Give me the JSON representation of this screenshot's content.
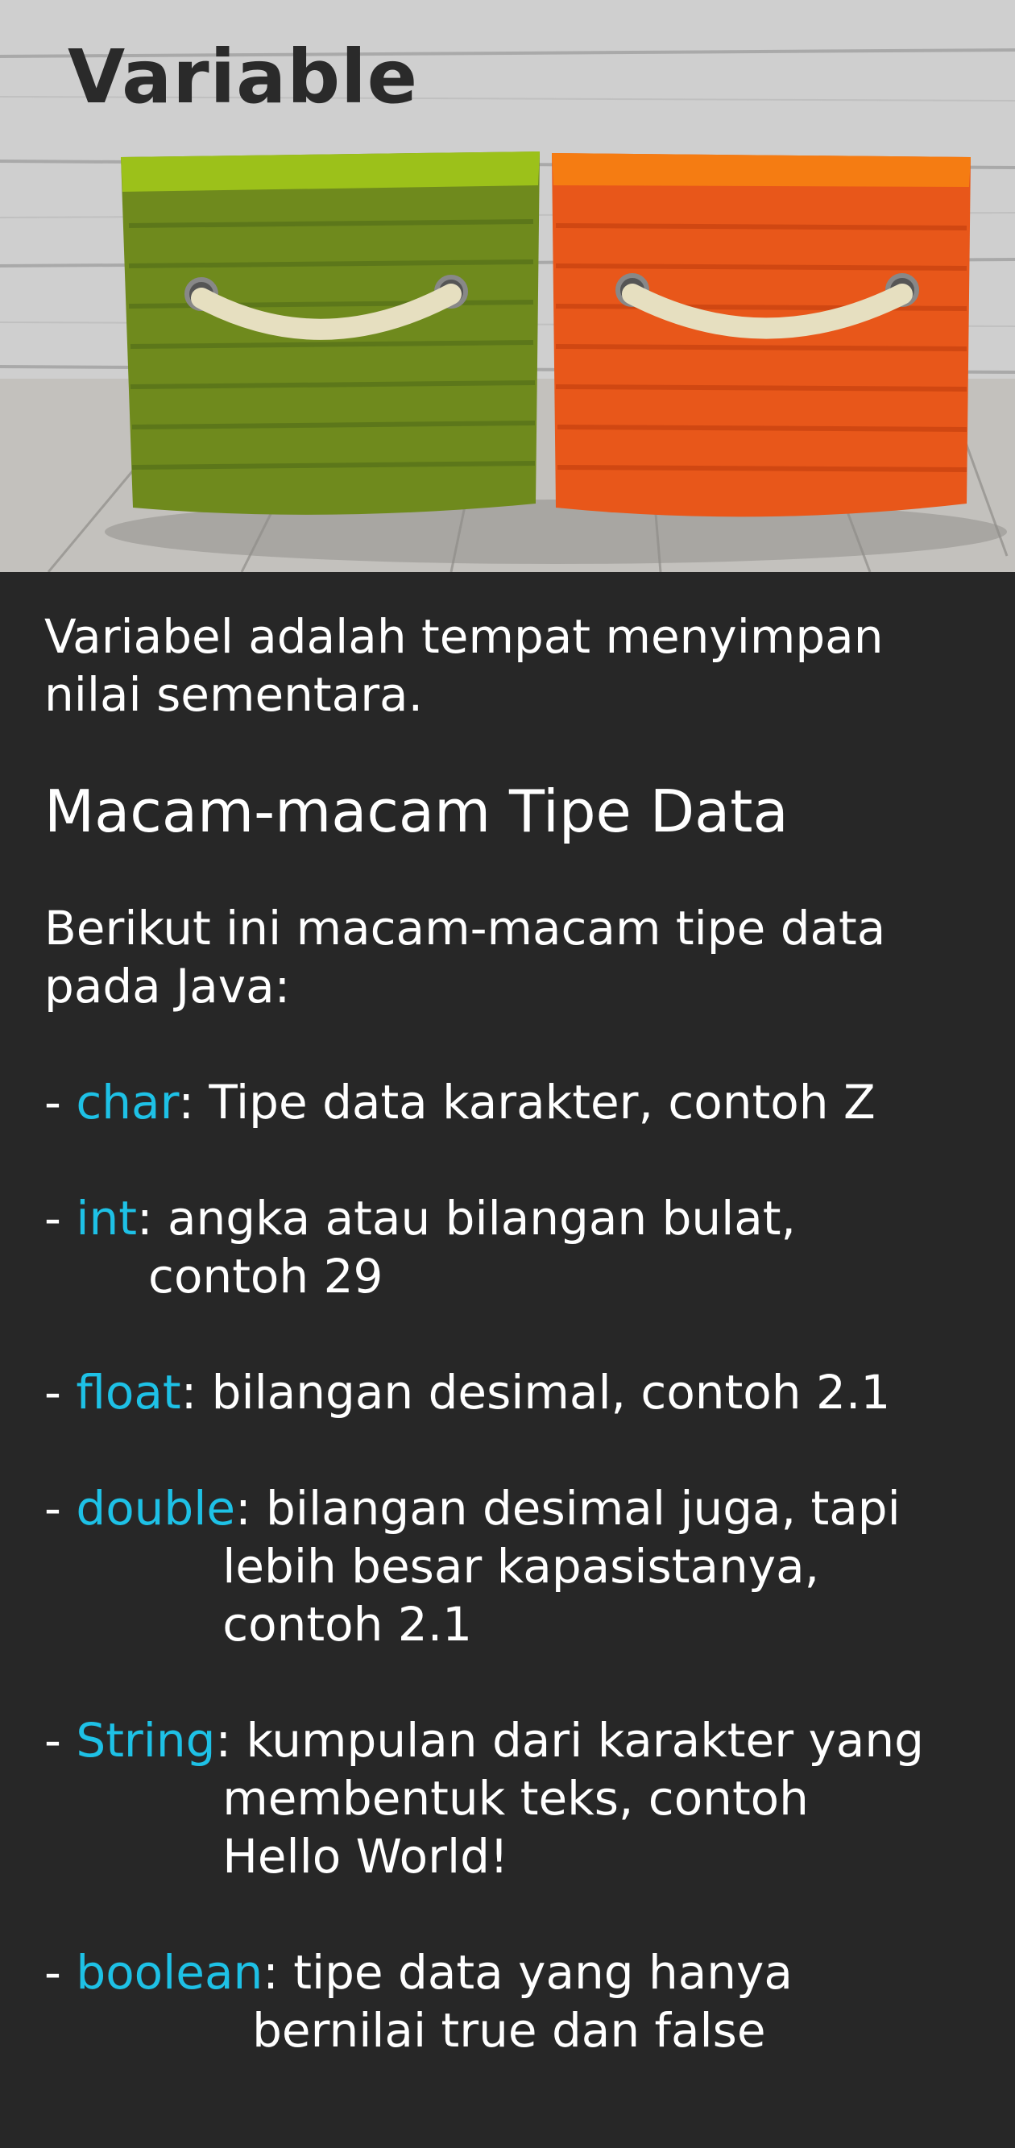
{
  "hero": {
    "title": "Variable",
    "image_description_icon": "baskets-photo"
  },
  "intro_text": "Variabel adalah tempat menyimpan\nnilai sementara.",
  "section": {
    "heading": "Macam-macam Tipe Data",
    "intro": "Berikut ini macam-macam tipe data\npada Java:"
  },
  "types": [
    {
      "dash": "- ",
      "keyword": "char",
      "desc": ": Tipe data karakter, contoh Z",
      "cont": ""
    },
    {
      "dash": "- ",
      "keyword": "int",
      "desc": ": angka atau bilangan bulat,",
      "cont": "       contoh 29"
    },
    {
      "dash": "- ",
      "keyword": "float",
      "desc": ": bilangan desimal, contoh 2.1",
      "cont": ""
    },
    {
      "dash": "- ",
      "keyword": "double",
      "desc": ": bilangan desimal juga, tapi",
      "cont": "            lebih besar kapasistanya,\n            contoh 2.1"
    },
    {
      "dash": "- ",
      "keyword": "String",
      "desc": ": kumpulan dari karakter yang",
      "cont": "            membentuk teks, contoh\n            Hello World!"
    },
    {
      "dash": "- ",
      "keyword": "boolean",
      "desc": ": tipe data yang hanya",
      "cont": "              bernilai true dan false"
    }
  ],
  "colors": {
    "background": "#272727",
    "keyword": "#1ec1e6",
    "text": "#ffffff",
    "hero_title": "#2a2a2a"
  }
}
